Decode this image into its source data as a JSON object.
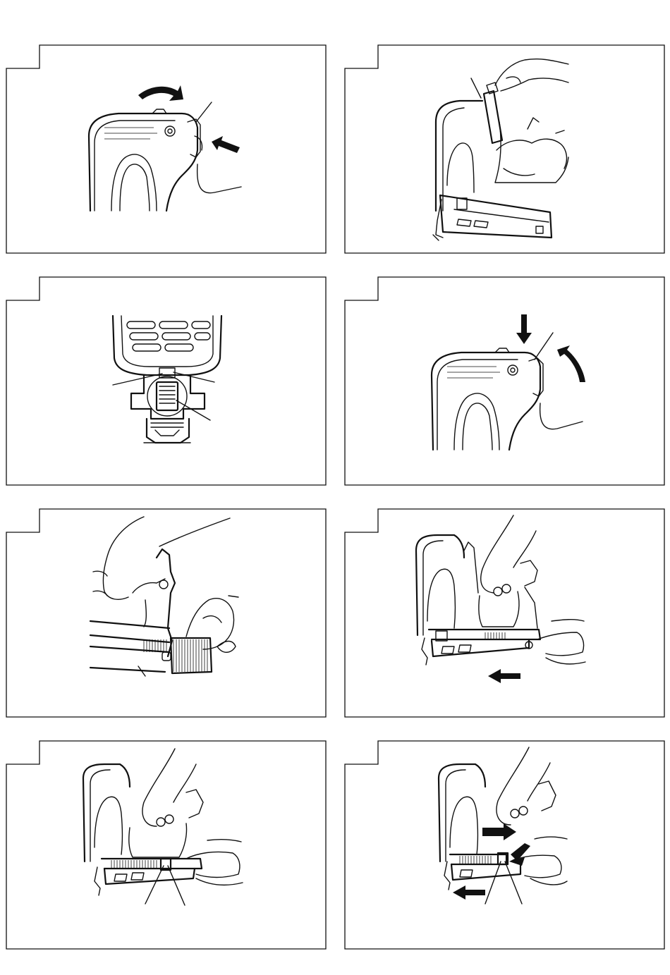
{
  "page": {
    "panels": [
      {
        "id": "fig-1",
        "illustration": "tool-head-latch-open"
      },
      {
        "id": "fig-2",
        "illustration": "tool-inserting-cartridge"
      },
      {
        "id": "fig-3",
        "illustration": "tool-front-view-contacts"
      },
      {
        "id": "fig-4",
        "illustration": "tool-head-latch-close"
      },
      {
        "id": "fig-5",
        "illustration": "loading-nail-strip"
      },
      {
        "id": "fig-6",
        "illustration": "magazine-slide-open"
      },
      {
        "id": "fig-7",
        "illustration": "magazine-pusher-release"
      },
      {
        "id": "fig-8",
        "illustration": "magazine-slide-close"
      }
    ],
    "colors": {
      "ink": "#111111",
      "paper": "#ffffff"
    }
  }
}
